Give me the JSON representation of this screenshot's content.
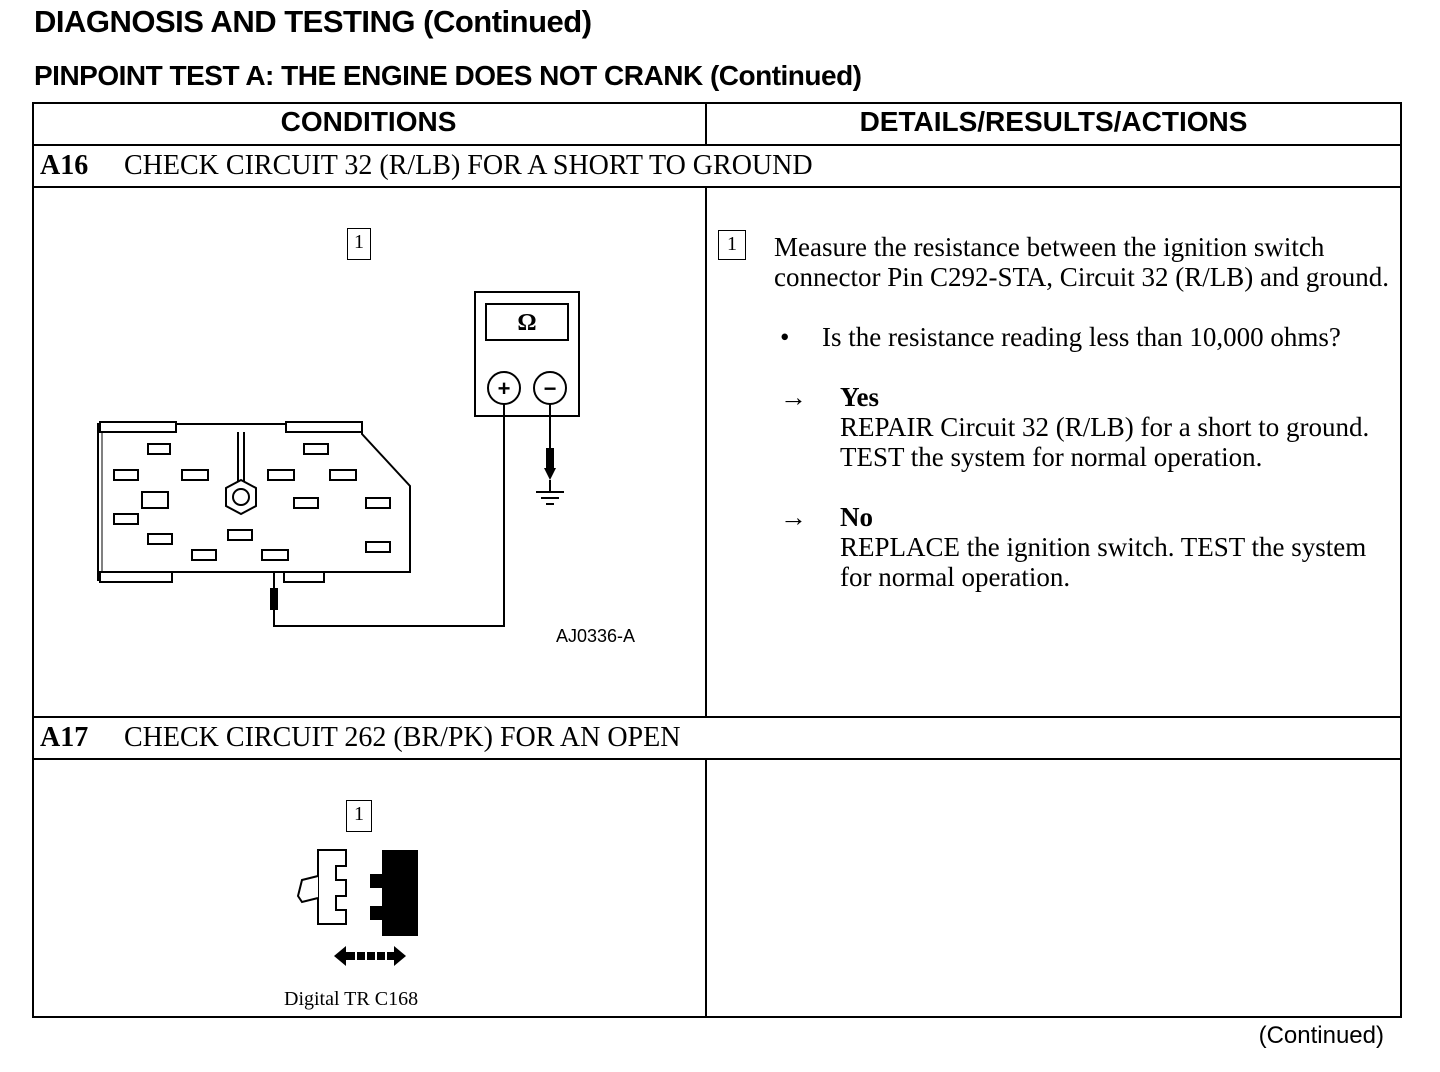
{
  "header": {
    "title": "DIAGNOSIS AND TESTING (Continued)",
    "subtitle": "PINPOINT TEST A:  THE ENGINE DOES NOT CRANK (Continued)"
  },
  "table": {
    "col_conditions": "CONDITIONS",
    "col_details": "DETAILS/RESULTS/ACTIONS"
  },
  "steps": [
    {
      "id": "A16",
      "title": "CHECK CIRCUIT 32 (R/LB) FOR A SHORT TO GROUND",
      "figure": {
        "step_marker": "1",
        "meter_symbol": "Ω",
        "plus_symbol": "+",
        "minus_symbol": "−",
        "caption": "AJ0336-A"
      },
      "details": {
        "marker": "1",
        "instruction": "Measure the resistance between the ignition switch connector Pin C292-STA, Circuit 32 (R/LB) and ground.",
        "question_bullet": "•",
        "question": "Is the resistance reading less than 10,000 ohms?",
        "arrow": "→",
        "yes_label": "Yes",
        "yes_action": "REPAIR Circuit 32 (R/LB) for a short to ground. TEST the system for normal operation.",
        "no_label": "No",
        "no_action": "REPLACE the ignition switch. TEST the system for normal operation."
      }
    },
    {
      "id": "A17",
      "title": "CHECK CIRCUIT 262 (BR/PK) FOR AN OPEN",
      "figure": {
        "step_marker": "1",
        "caption": "Digital TR C168"
      }
    }
  ],
  "footer": {
    "continued": "(Continued)"
  }
}
